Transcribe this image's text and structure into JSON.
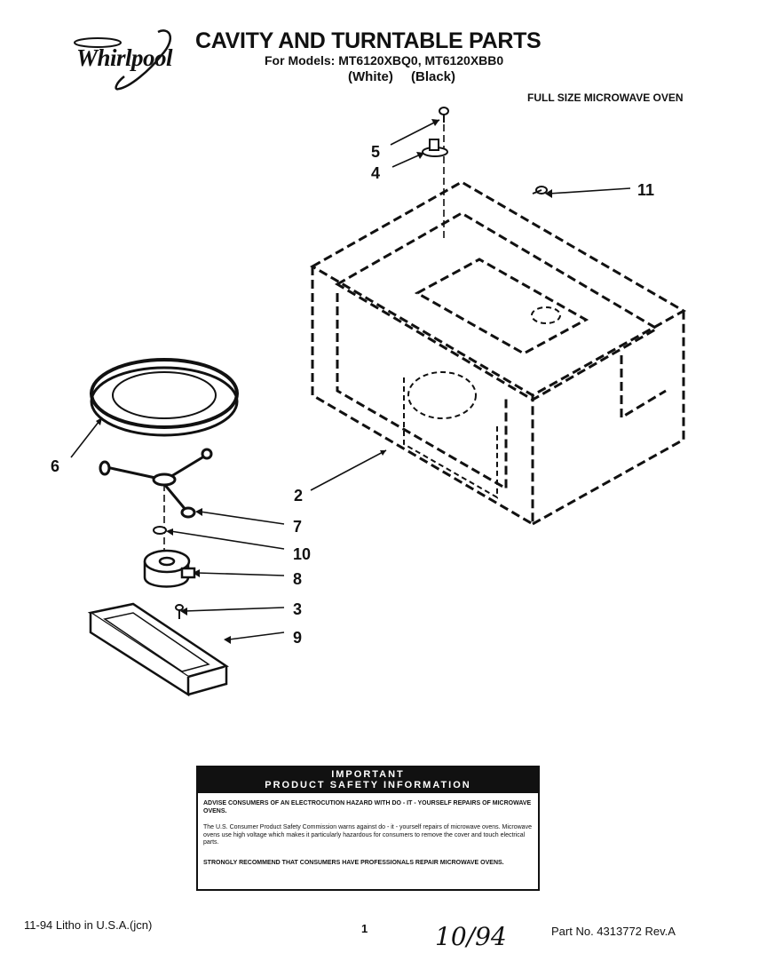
{
  "brand": "Whirlpool",
  "header": {
    "title": "CAVITY AND TURNTABLE PARTS",
    "models": "For Models: MT6120XBQ0, MT6120XBB0",
    "colors": [
      "(White)",
      "(Black)"
    ],
    "subtitle": "FULL SIZE MICROWAVE OVEN"
  },
  "callouts": [
    "5",
    "4",
    "11",
    "6",
    "2",
    "7",
    "10",
    "8",
    "3",
    "9"
  ],
  "safety": {
    "heading_line1": "IMPORTANT",
    "heading_line2": "PRODUCT SAFETY INFORMATION",
    "para1": "ADVISE CONSUMERS OF AN ELECTROCUTION HAZARD WITH DO - IT - YOURSELF REPAIRS OF MICROWAVE OVENS.",
    "para2": "The U.S. Consumer Product Safety Commission warns against do - it - yourself repairs of microwave ovens. Microwave ovens use high voltage which makes it particularly hazardous for consumers to remove the cover and touch electrical parts.",
    "para3": "STRONGLY RECOMMEND THAT CONSUMERS HAVE PROFESSIONALS REPAIR MICROWAVE OVENS."
  },
  "footer": {
    "left": "11-94  Litho in U.S.A.(jcn)",
    "page": "1",
    "handwritten": "10/94",
    "part_no": "Part No. 4313772 Rev.A"
  }
}
